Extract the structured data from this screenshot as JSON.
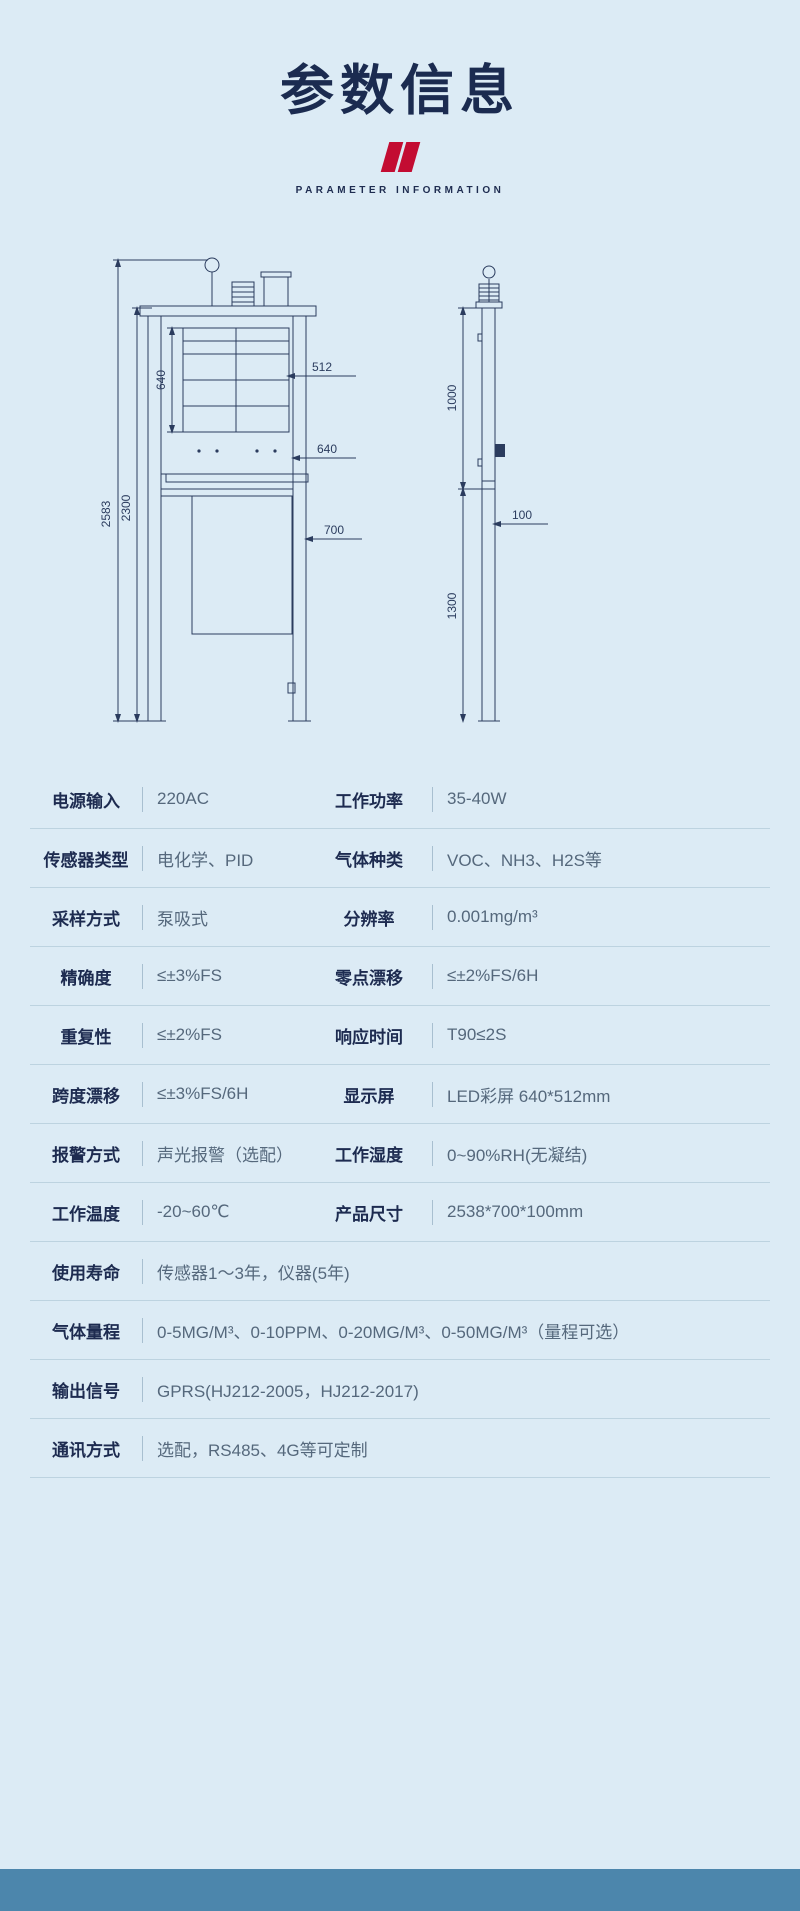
{
  "colors": {
    "background": "#dcebf5",
    "accent_red": "#c30c32",
    "navy": "#1b2b50",
    "value_text": "#55687c",
    "line": "#2b3c5e",
    "footer": "#4c86ac"
  },
  "header": {
    "title": "参数信息",
    "subtitle": "PARAMETER INFORMATION"
  },
  "drawing": {
    "dims": {
      "total_height": "2583",
      "stand_height": "2300",
      "screen_height": "640",
      "screen_width": "512",
      "body_width": "640",
      "base_width": "700",
      "side_upper": "1000",
      "side_lower": "1300",
      "depth": "100"
    }
  },
  "table": {
    "rows": [
      {
        "pairs": [
          {
            "label": "电源输入",
            "value": "220AC"
          },
          {
            "label": "工作功率",
            "value": "35-40W"
          }
        ]
      },
      {
        "pairs": [
          {
            "label": "传感器类型",
            "value": "电化学、PID"
          },
          {
            "label": "气体种类",
            "value": "VOC、NH3、H2S等"
          }
        ]
      },
      {
        "pairs": [
          {
            "label": "采样方式",
            "value": "泵吸式"
          },
          {
            "label": "分辨率",
            "value": "0.001mg/m³"
          }
        ]
      },
      {
        "pairs": [
          {
            "label": "精确度",
            "value": "≤±3%FS"
          },
          {
            "label": "零点漂移",
            "value": "≤±2%FS/6H"
          }
        ]
      },
      {
        "pairs": [
          {
            "label": "重复性",
            "value": "≤±2%FS"
          },
          {
            "label": "响应时间",
            "value": "T90≤2S"
          }
        ]
      },
      {
        "pairs": [
          {
            "label": "跨度漂移",
            "value": "≤±3%FS/6H"
          },
          {
            "label": "显示屏",
            "value": "LED彩屏 640*512mm"
          }
        ]
      },
      {
        "pairs": [
          {
            "label": "报警方式",
            "value": "声光报警（选配）"
          },
          {
            "label": "工作湿度",
            "value": "0~90%RH(无凝结)"
          }
        ]
      },
      {
        "pairs": [
          {
            "label": "工作温度",
            "value": "-20~60℃"
          },
          {
            "label": "产品尺寸",
            "value": "2538*700*100mm"
          }
        ]
      },
      {
        "single": {
          "label": "使用寿命",
          "value": "传感器1～3年，仪器(5年)"
        }
      },
      {
        "single": {
          "label": "气体量程",
          "value": "0-5MG/M³、0-10PPM、0-20MG/M³、0-50MG/M³（量程可选）"
        }
      },
      {
        "single": {
          "label": "输出信号",
          "value": "GPRS(HJ212-2005，HJ212-2017)"
        }
      },
      {
        "single": {
          "label": "通讯方式",
          "value": "选配，RS485、4G等可定制"
        }
      }
    ]
  }
}
